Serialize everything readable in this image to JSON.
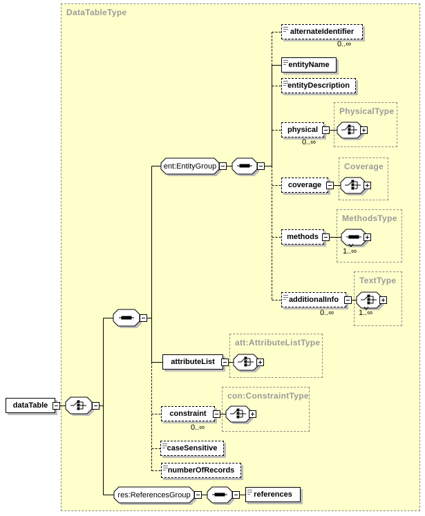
{
  "diagram": {
    "container_label": "DataTableType",
    "root": {
      "label": "dataTable"
    },
    "groups": {
      "entity_group": {
        "label": "ent:EntityGroup"
      },
      "references_group": {
        "label": "res:ReferencesGroup"
      }
    },
    "elements": {
      "alternate_identifier": {
        "label": "alternateIdentifier",
        "occurrence": "0..∞"
      },
      "entity_name": {
        "label": "entityName"
      },
      "entity_description": {
        "label": "entityDescription"
      },
      "physical": {
        "label": "physical",
        "occurrence": "0..∞"
      },
      "coverage": {
        "label": "coverage"
      },
      "methods": {
        "label": "methods"
      },
      "additional_info": {
        "label": "additionalInfo",
        "occurrence": "0..∞"
      },
      "attribute_list": {
        "label": "attributeList"
      },
      "constraint": {
        "label": "constraint",
        "occurrence": "0..∞"
      },
      "case_sensitive": {
        "label": "caseSensitive"
      },
      "number_of_records": {
        "label": "numberOfRecords"
      },
      "references": {
        "label": "references"
      }
    },
    "types": {
      "physical_type": {
        "label": "PhysicalType"
      },
      "coverage_type": {
        "label": "Coverage"
      },
      "methods_type": {
        "label": "MethodsType",
        "occurrence": "1..∞"
      },
      "text_type": {
        "label": "TextType",
        "occurrence": "1..∞"
      },
      "attribute_list_type": {
        "label": "att:AttributeListType"
      },
      "constraint_type": {
        "label": "con:ConstraintType"
      }
    },
    "colors": {
      "frame_fill": "#FFFFCC",
      "frame_border": "#8A8A8A",
      "type_label": "#9A9A9A",
      "shadow": "#BDBDBD",
      "wire": "#000000"
    }
  }
}
